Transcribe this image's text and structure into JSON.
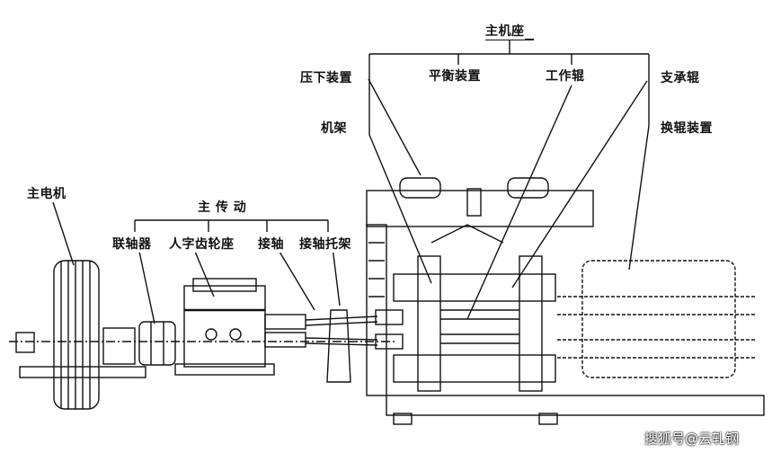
{
  "labels": {
    "main_stand": "主机座",
    "screw_down": "压下装置",
    "balance": "平衡装置",
    "work_roll": "工作辊",
    "backup_roll": "支承辊",
    "housing": "机架",
    "roll_change": "换辊装置",
    "main_motor": "主电机",
    "main_drive": "主 传 动",
    "coupling": "联轴器",
    "pinion_stand": "人字齿轮座",
    "spindle": "接轴",
    "spindle_carrier": "接轴托架"
  },
  "watermark": "搜狐号@云轧钢"
}
